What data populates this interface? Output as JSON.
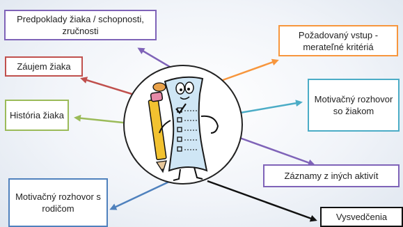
{
  "colors": {
    "purple": "#7f63b8",
    "orange": "#f7963d",
    "red": "#c0504d",
    "green": "#9bbb59",
    "teal": "#4bacc6",
    "blue": "#4f81bd",
    "black": "#111111"
  },
  "central_image": {
    "icon": "checklist-character-with-pencil-icon"
  },
  "boxes": {
    "predpoklady": "Predpoklady žiaka / schopnosti, zručnosti",
    "pozadovany": "Požadovaný vstup - merateľné kritériá",
    "zaujem": "Záujem žiaka",
    "historia": "História žiaka",
    "motivacny_ziak": "Motivačný rozhovor so žiakom",
    "zaznamy": "Záznamy z iných aktivít",
    "motivacny_rodic": "Motivačný rozhovor s rodičom",
    "vysvedcenia": "Vysvedčenia"
  }
}
